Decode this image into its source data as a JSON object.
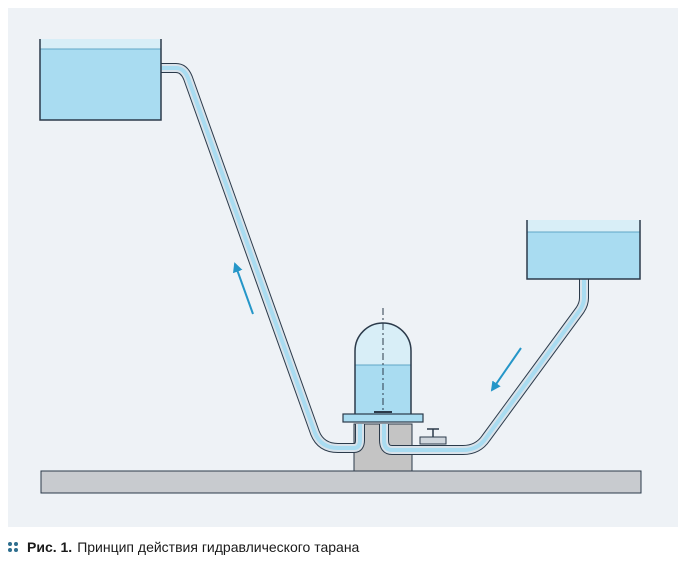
{
  "caption": {
    "label": "Рис. 1.",
    "text": "Принцип действия гидравлического тарана"
  },
  "colors": {
    "panel": "#eef2f6",
    "water": "#a9dcf1",
    "water_light": "#d8eef7",
    "outline": "#2b3a4a",
    "pipe_wall": "#cfd6dd",
    "ground": "#c8cbcf",
    "foundation": "#c4c4c4",
    "arrow": "#2596c8",
    "caption_bullet": "#2e6e8e"
  },
  "elements": {
    "upper_reservoir": "upper-reservoir",
    "supply_reservoir": "supply-reservoir",
    "delivery_pipe": "delivery-pipe",
    "drive_pipe": "drive-pipe",
    "air_chamber": "air-chamber",
    "waste_valve": "waste-valve",
    "arrow_up": "flow-arrow-up",
    "arrow_down": "flow-arrow-down"
  }
}
